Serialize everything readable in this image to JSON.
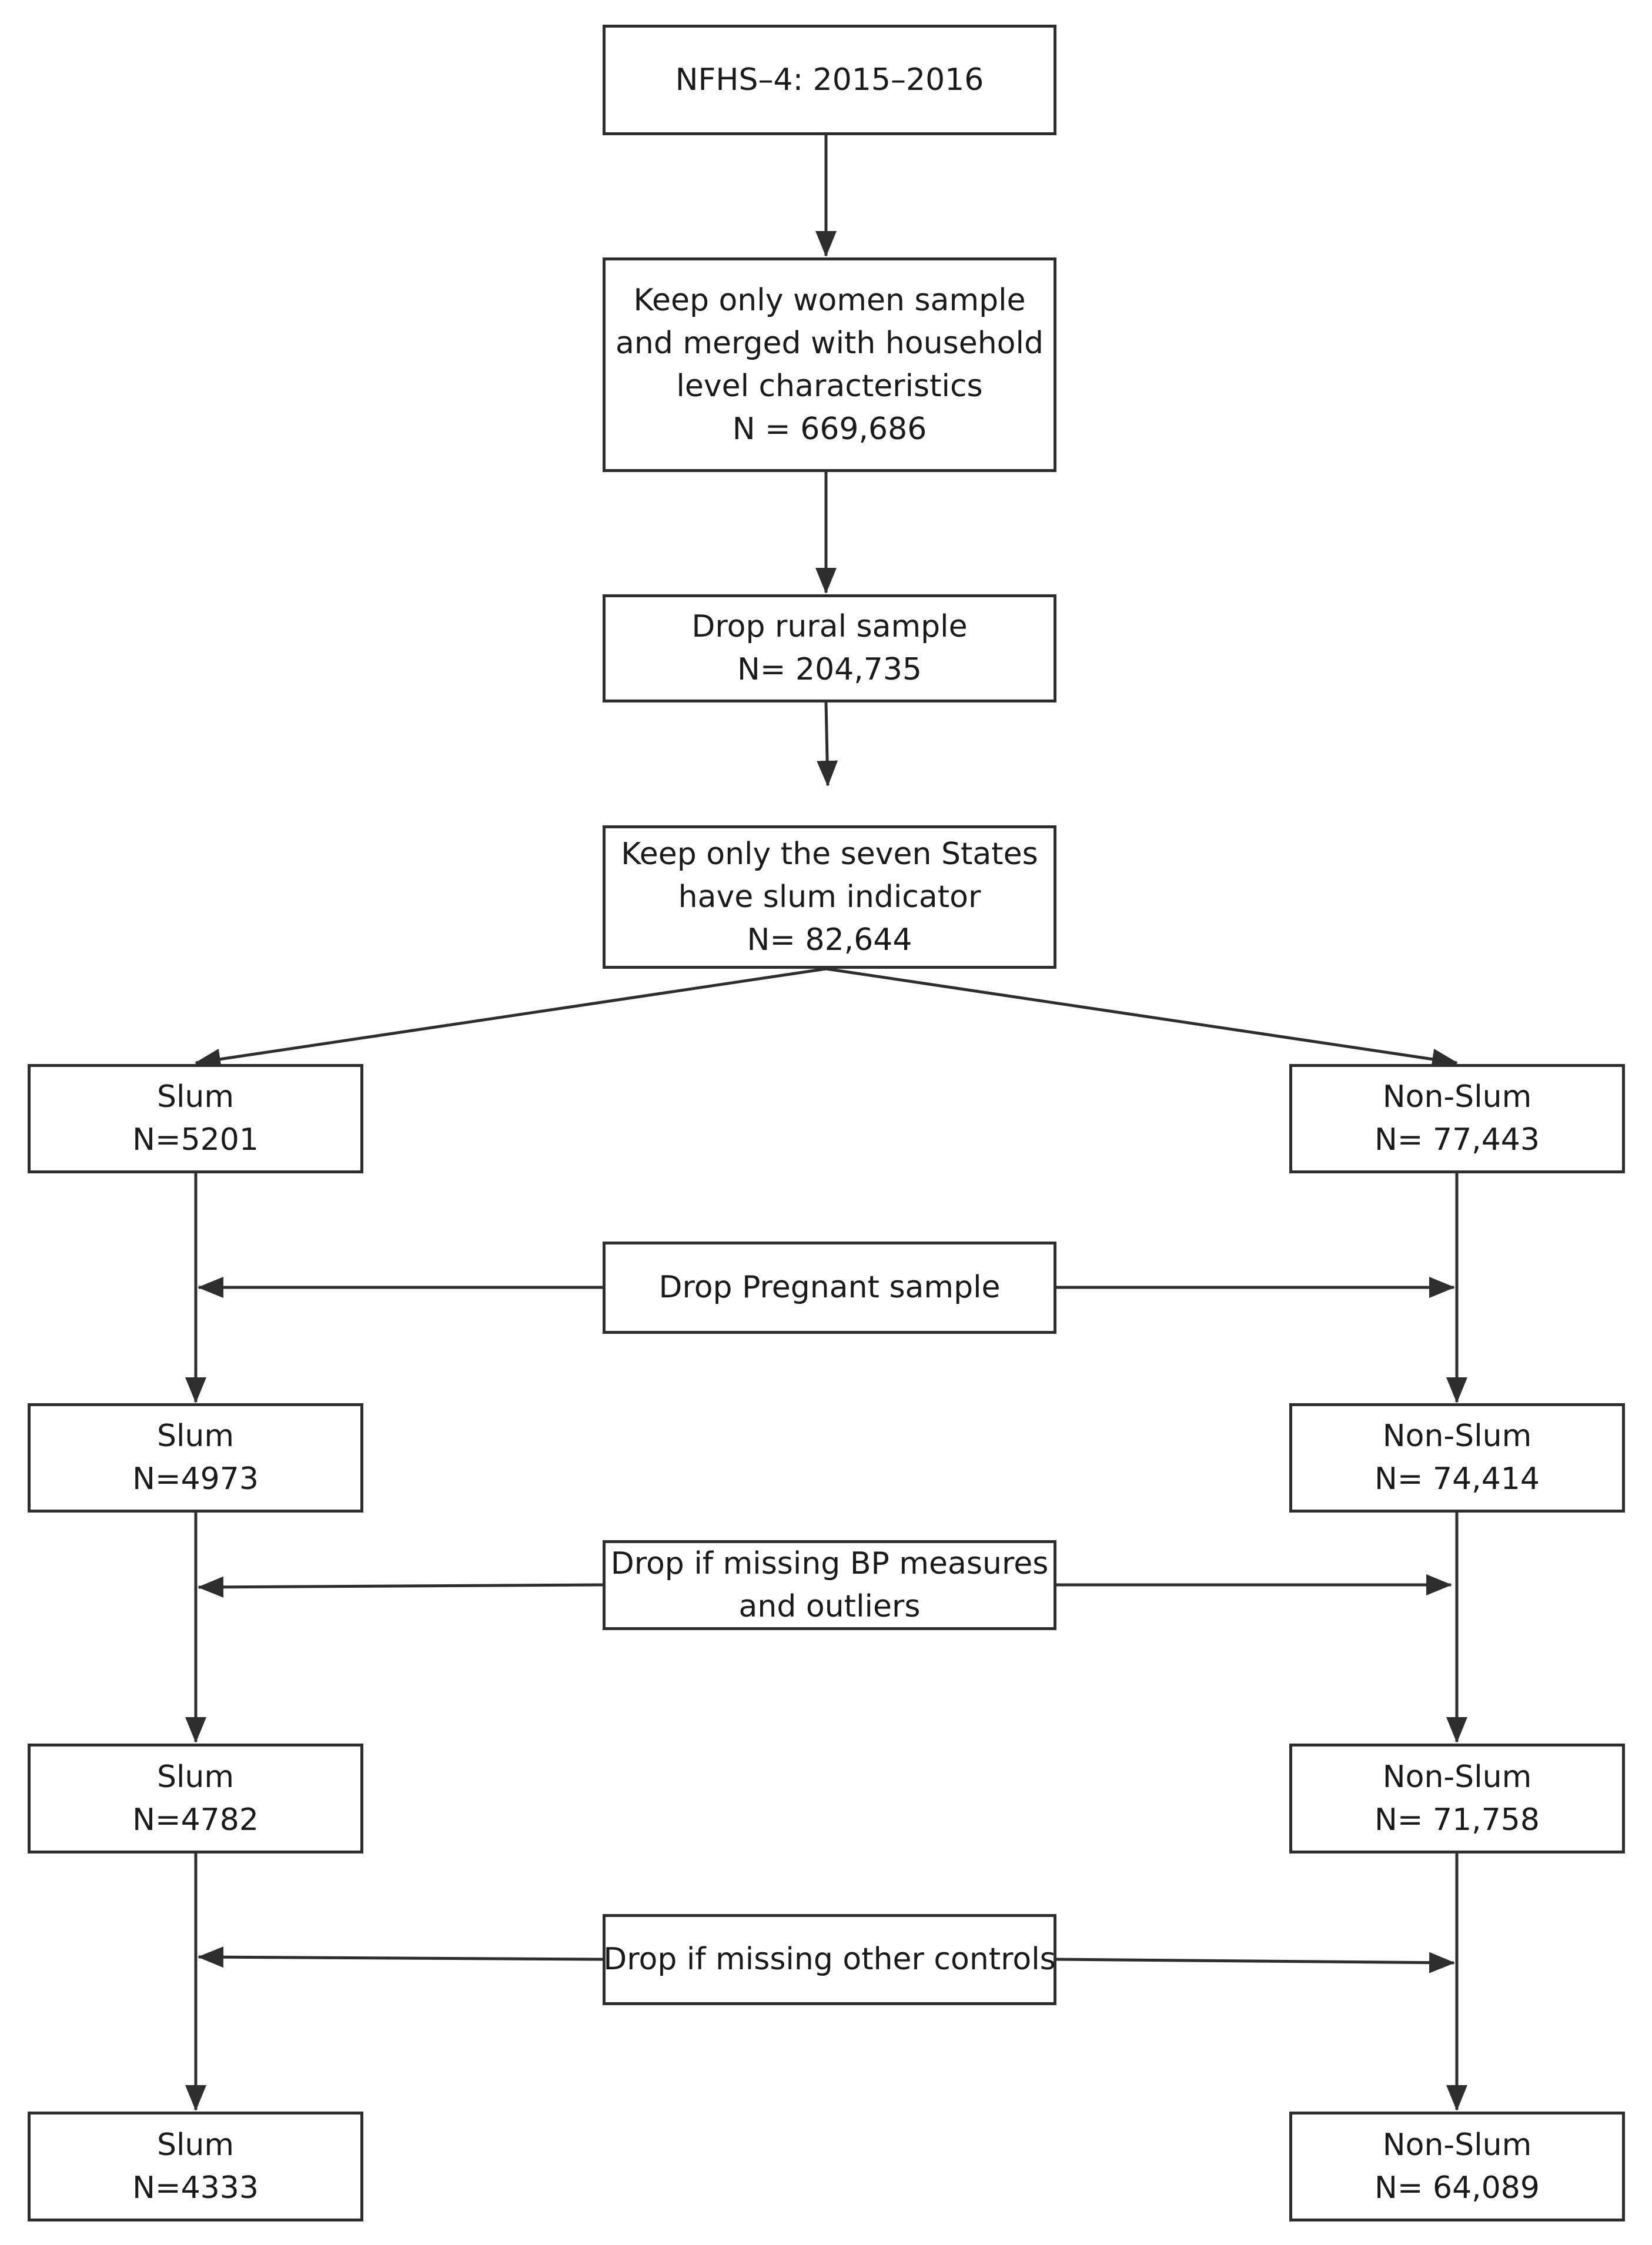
{
  "colors": {
    "stroke": "#2e2e2e",
    "text": "#1a1a1a",
    "background": "#ffffff"
  },
  "boxes": {
    "source": {
      "lines": [
        "NFHS–4: 2015–2016"
      ]
    },
    "women_sample": {
      "lines": [
        "Keep only women sample",
        "and merged with household",
        "level characteristics",
        "N = 669,686"
      ]
    },
    "drop_rural": {
      "lines": [
        "Drop rural sample",
        "N= 204,735"
      ]
    },
    "seven_states": {
      "lines": [
        "Keep only the seven States",
        "have slum indicator",
        "N= 82,644"
      ]
    },
    "slum_1": {
      "lines": [
        "Slum",
        "N=5201"
      ]
    },
    "nonslum_1": {
      "lines": [
        "Non-Slum",
        "N= 77,443"
      ]
    },
    "drop_pregnant": {
      "lines": [
        "Drop Pregnant sample"
      ]
    },
    "slum_2": {
      "lines": [
        "Slum",
        "N=4973"
      ]
    },
    "nonslum_2": {
      "lines": [
        "Non-Slum",
        "N= 74,414"
      ]
    },
    "drop_bp": {
      "lines": [
        "Drop if missing BP measures",
        "and outliers"
      ]
    },
    "slum_3": {
      "lines": [
        "Slum",
        "N=4782"
      ]
    },
    "nonslum_3": {
      "lines": [
        "Non-Slum",
        "N= 71,758"
      ]
    },
    "drop_controls": {
      "lines": [
        "Drop if missing other controls"
      ]
    },
    "slum_4": {
      "lines": [
        "Slum",
        "N=4333"
      ]
    },
    "nonslum_4": {
      "lines": [
        "Non-Slum",
        "N= 64,089"
      ]
    }
  }
}
